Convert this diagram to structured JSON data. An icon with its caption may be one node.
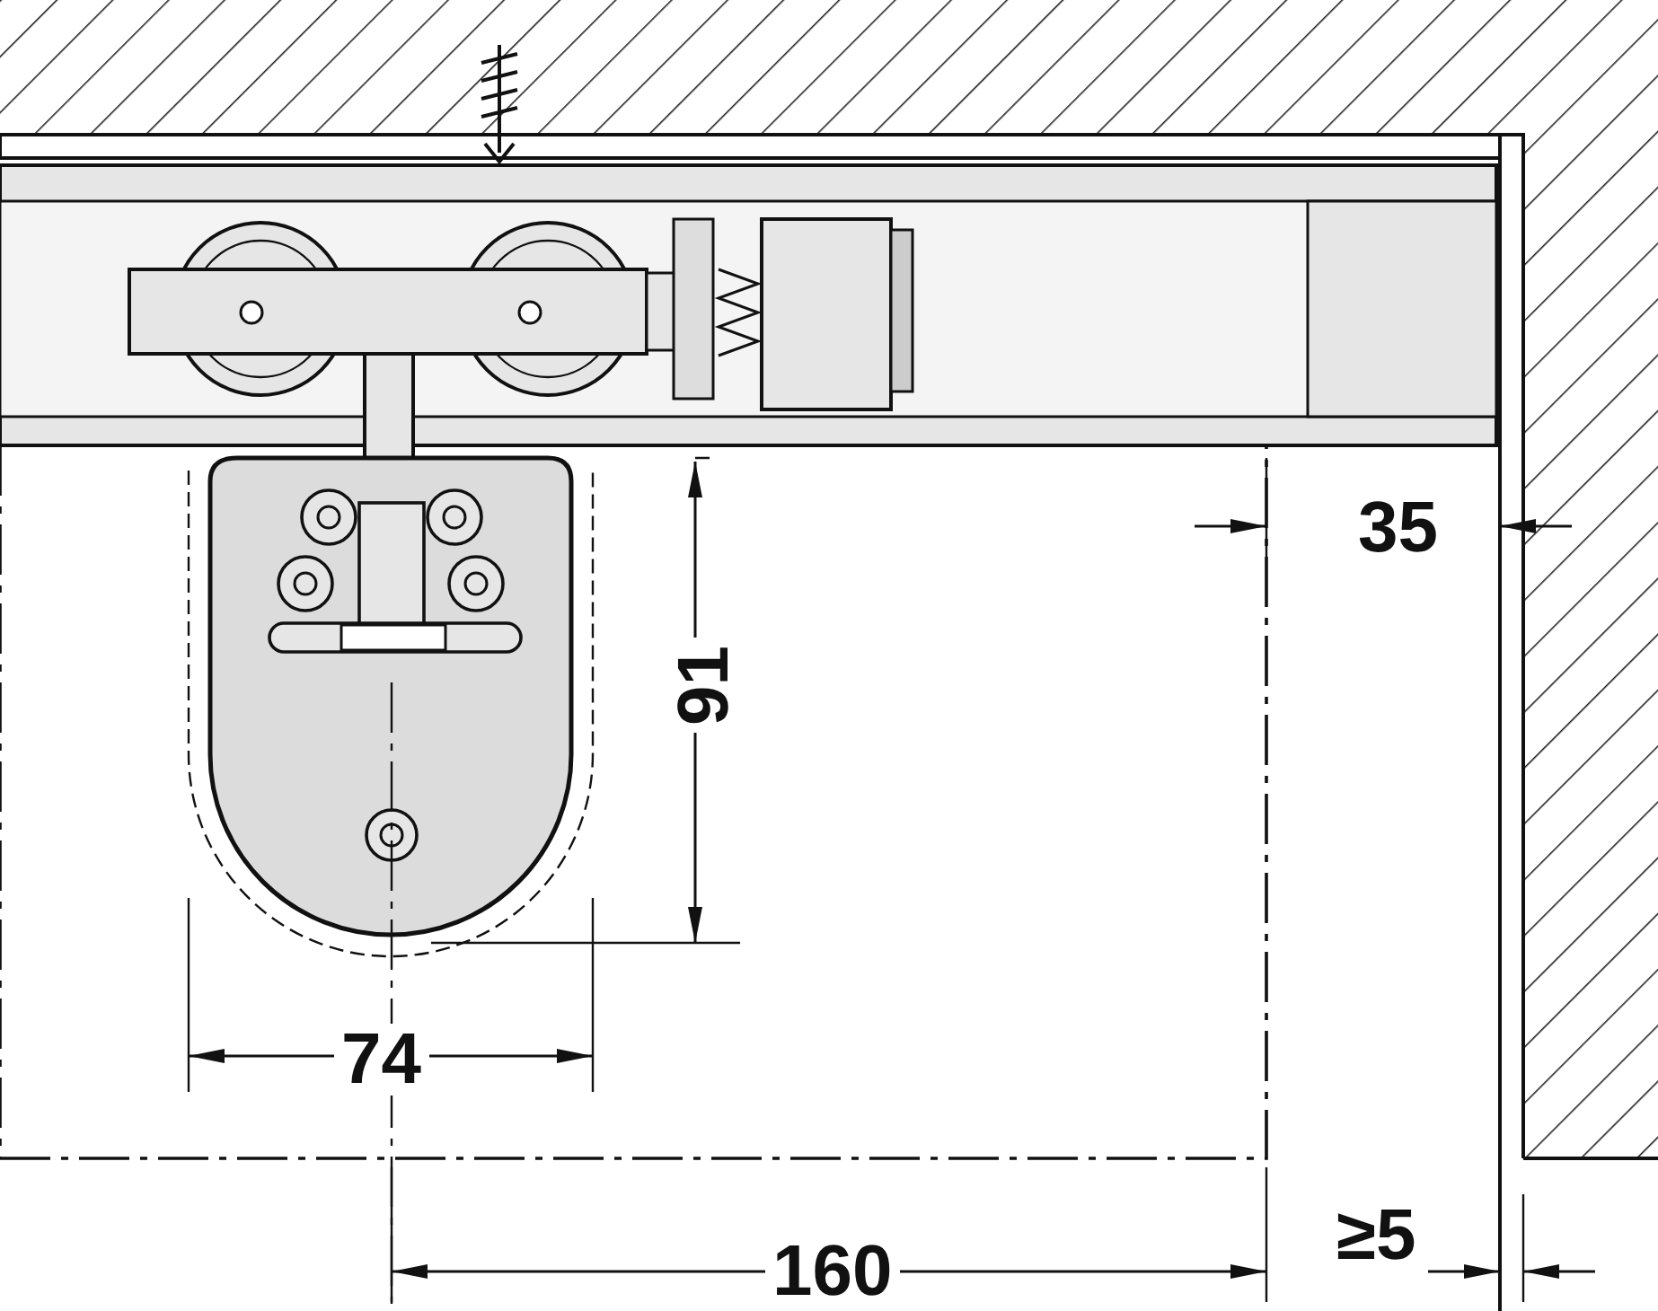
{
  "diagram": {
    "labels": [
      "35",
      "91",
      "74",
      "160",
      "≥5"
    ]
  }
}
